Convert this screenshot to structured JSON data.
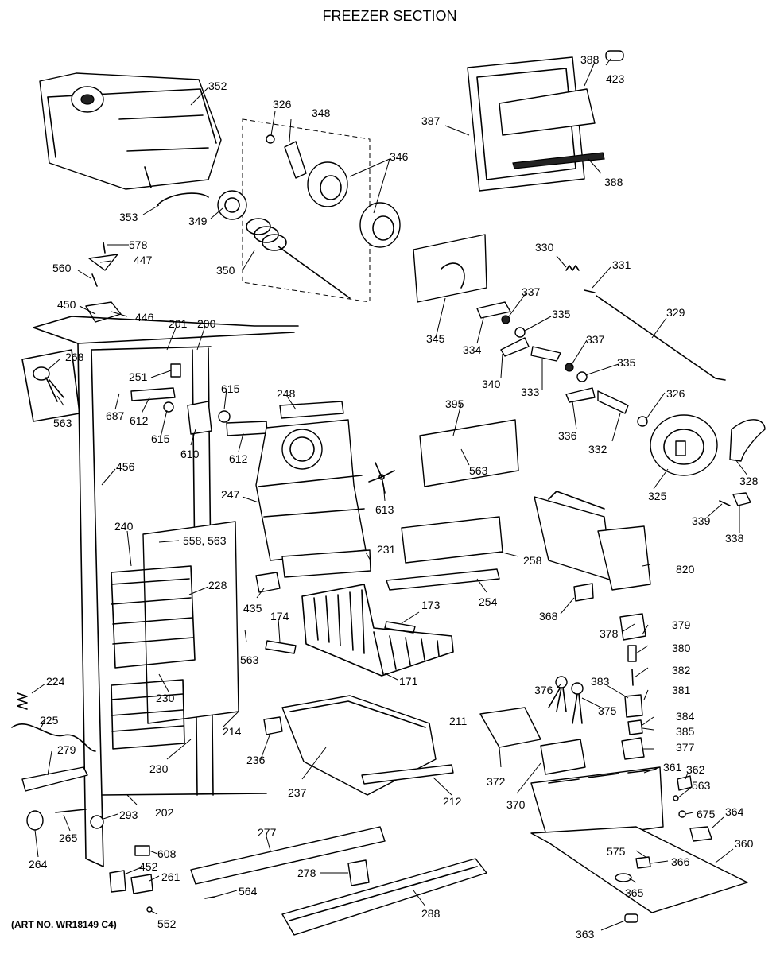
{
  "title": "FREEZER SECTION",
  "art_number": "(ART NO. WR18149 C4)",
  "labels": {
    "p352": "352",
    "p326a": "326",
    "p348": "348",
    "p346": "346",
    "p353": "353",
    "p349": "349",
    "p350": "350",
    "p578": "578",
    "p447": "447",
    "p560": "560",
    "p450": "450",
    "p446": "446",
    "p387": "387",
    "p388a": "388",
    "p423": "423",
    "p388b": "388",
    "p345": "345",
    "p330": "330",
    "p331": "331",
    "p329": "329",
    "p337a": "337",
    "p335a": "335",
    "p334": "334",
    "p340": "340",
    "p333": "333",
    "p337b": "337",
    "p335b": "335",
    "p326b": "326",
    "p336": "336",
    "p332": "332",
    "p325": "325",
    "p328": "328",
    "p339": "339",
    "p338": "338",
    "p201": "201",
    "p200": "200",
    "p268": "268",
    "p251": "251",
    "p615a": "615",
    "p687": "687",
    "p612a": "612",
    "p615b": "615",
    "p612b": "612",
    "p610": "610",
    "p563a": "563",
    "p456": "456",
    "p248": "248",
    "p395": "395",
    "p563b": "563",
    "p247": "247",
    "p613": "613",
    "p240": "240",
    "p558": "558, 563",
    "p231": "231",
    "p258": "258",
    "p820": "820",
    "p228": "228",
    "p435": "435",
    "p254": "254",
    "p174": "174",
    "p173": "173",
    "p368": "368",
    "p378": "378",
    "p379": "379",
    "p380": "380",
    "p563c": "563",
    "p382": "382",
    "p171": "171",
    "p383": "383",
    "p376": "376",
    "p381": "381",
    "p230a": "230",
    "p375": "375",
    "p384": "384",
    "p224": "224",
    "p385": "385",
    "p214": "214",
    "p211": "211",
    "p225": "225",
    "p377": "377",
    "p236": "236",
    "p279": "279",
    "p230b": "230",
    "p372": "372",
    "p361": "361",
    "p362": "362",
    "p237": "237",
    "p212": "212",
    "p563d": "563",
    "p202": "202",
    "p370": "370",
    "p675": "675",
    "p364": "364",
    "p293": "293",
    "p265": "265",
    "p277": "277",
    "p360": "360",
    "p264": "264",
    "p608": "608",
    "p575": "575",
    "p366": "366",
    "p452": "452",
    "p278": "278",
    "p261": "261",
    "p365": "365",
    "p564": "564",
    "p288": "288",
    "p552": "552",
    "p363": "363"
  }
}
